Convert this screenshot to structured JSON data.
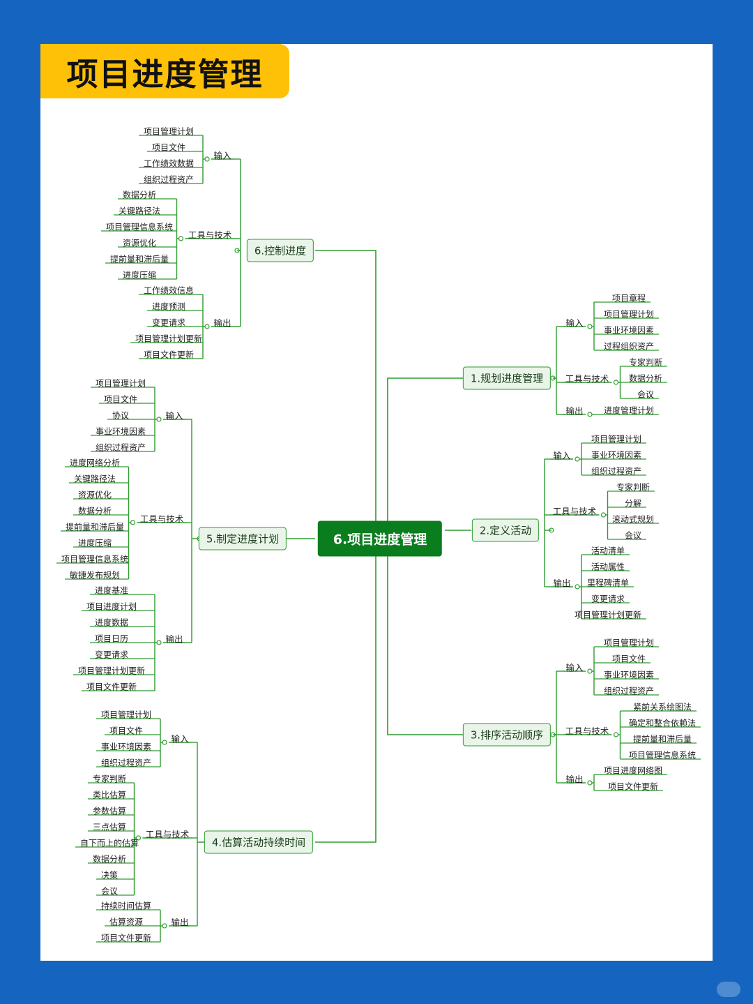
{
  "header": {
    "title": "项目进度管理"
  },
  "colors": {
    "background": "#1565c0",
    "title_bg": "#ffc107",
    "root_bg": "#0a7d1e",
    "line": "#2e9b2e",
    "branch_bg": "#e9f5e9"
  },
  "mindmap": {
    "root": "6.项目进度管理",
    "branches": [
      {
        "label": "1.规划进度管理",
        "groups": [
          {
            "label": "输入",
            "items": [
              "项目章程",
              "项目管理计划",
              "事业环境因素",
              "过程组织资产"
            ]
          },
          {
            "label": "工具与技术",
            "items": [
              "专家判断",
              "数据分析",
              "会议"
            ]
          },
          {
            "label": "输出",
            "items": [
              "进度管理计划"
            ]
          }
        ]
      },
      {
        "label": "2.定义活动",
        "groups": [
          {
            "label": "输入",
            "items": [
              "项目管理计划",
              "事业环境因素",
              "组织过程资产"
            ]
          },
          {
            "label": "工具与技术",
            "items": [
              "专家判断",
              "分解",
              "滚动式规划",
              "会议"
            ]
          },
          {
            "label": "输出",
            "items": [
              "活动清单",
              "活动属性",
              "里程碑清单",
              "变更请求",
              "项目管理计划更新"
            ]
          }
        ]
      },
      {
        "label": "3.排序活动顺序",
        "groups": [
          {
            "label": "输入",
            "items": [
              "项目管理计划",
              "项目文件",
              "事业环境因素",
              "组织过程资产"
            ]
          },
          {
            "label": "工具与技术",
            "items": [
              "紧前关系绘图法",
              "确定和整合依赖法",
              "提前量和滞后量",
              "项目管理信息系统"
            ]
          },
          {
            "label": "输出",
            "items": [
              "项目进度网络图",
              "项目文件更新"
            ]
          }
        ]
      },
      {
        "label": "4.估算活动持续时间",
        "groups": [
          {
            "label": "输入",
            "items": [
              "项目管理计划",
              "项目文件",
              "事业环境因素",
              "组织过程资产"
            ]
          },
          {
            "label": "工具与技术",
            "items": [
              "专家判断",
              "类比估算",
              "参数估算",
              "三点估算",
              "自下而上的估算",
              "数据分析",
              "决策",
              "会议"
            ]
          },
          {
            "label": "输出",
            "items": [
              "持续时间估算",
              "估算资源",
              "项目文件更新"
            ]
          }
        ]
      },
      {
        "label": "5.制定进度计划",
        "groups": [
          {
            "label": "输入",
            "items": [
              "项目管理计划",
              "项目文件",
              "协议",
              "事业环境因素",
              "组织过程资产"
            ]
          },
          {
            "label": "工具与技术",
            "items": [
              "进度网络分析",
              "关键路径法",
              "资源优化",
              "数据分析",
              "提前量和滞后量",
              "进度压缩",
              "项目管理信息系统",
              "敏捷发布规划"
            ]
          },
          {
            "label": "输出",
            "items": [
              "进度基准",
              "项目进度计划",
              "进度数据",
              "项目日历",
              "变更请求",
              "项目管理计划更新",
              "项目文件更新"
            ]
          }
        ]
      },
      {
        "label": "6.控制进度",
        "groups": [
          {
            "label": "输入",
            "items": [
              "项目管理计划",
              "项目文件",
              "工作绩效数据",
              "组织过程资产"
            ]
          },
          {
            "label": "工具与技术",
            "items": [
              "数据分析",
              "关键路径法",
              "项目管理信息系统",
              "资源优化",
              "提前量和滞后量",
              "进度压缩"
            ]
          },
          {
            "label": "输出",
            "items": [
              "工作绩效信息",
              "进度预测",
              "变更请求",
              "项目管理计划更新",
              "项目文件更新"
            ]
          }
        ]
      }
    ]
  }
}
